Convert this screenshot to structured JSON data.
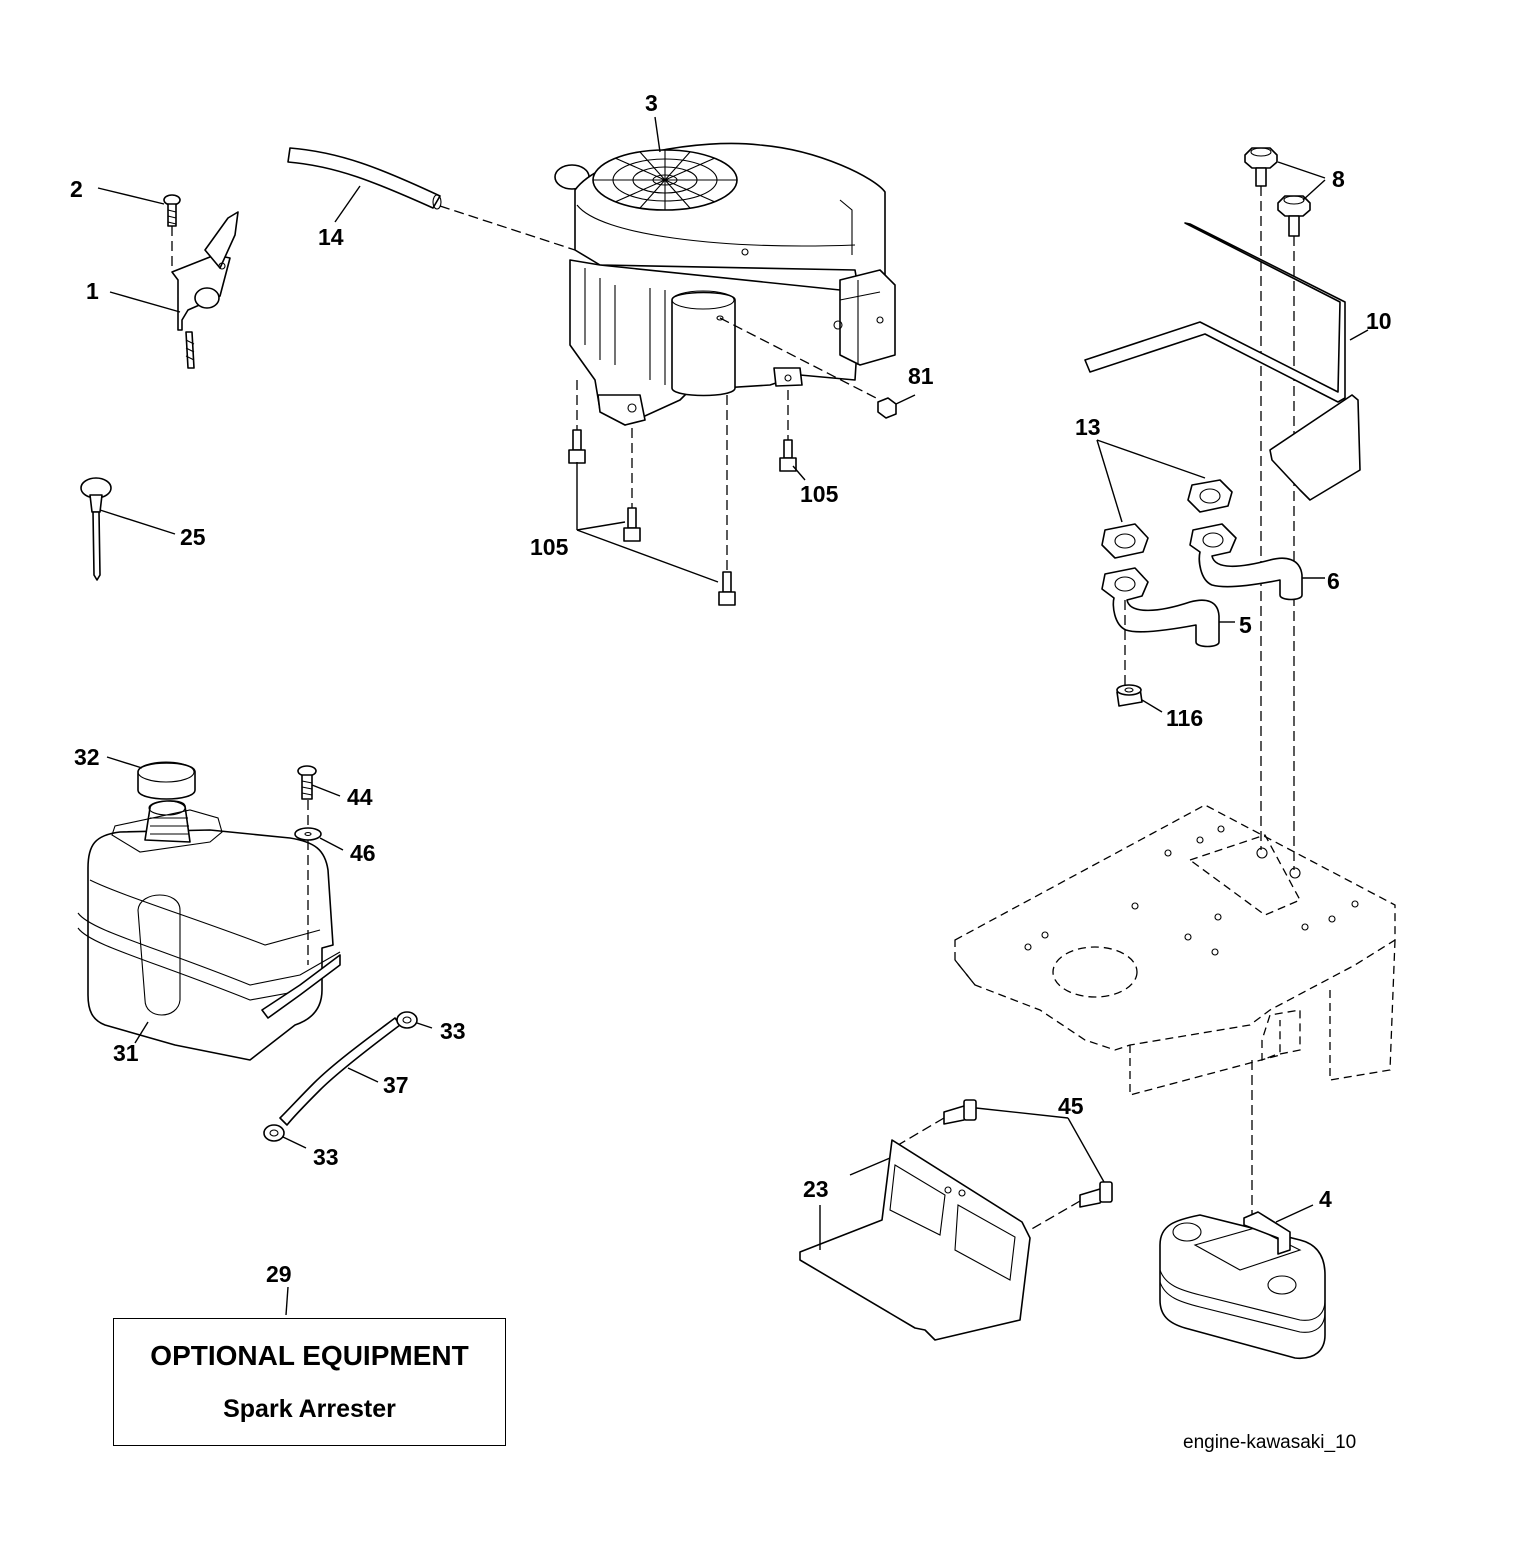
{
  "callouts": {
    "c1": "1",
    "c2": "2",
    "c3": "3",
    "c4": "4",
    "c5": "5",
    "c6": "6",
    "c8": "8",
    "c10": "10",
    "c13": "13",
    "c14": "14",
    "c23": "23",
    "c25": "25",
    "c29": "29",
    "c31": "31",
    "c32": "32",
    "c33a": "33",
    "c33b": "33",
    "c37": "37",
    "c44": "44",
    "c45": "45",
    "c46": "46",
    "c81": "81",
    "c105a": "105",
    "c105b": "105",
    "c116": "116"
  },
  "optional_box": {
    "title": "OPTIONAL EQUIPMENT",
    "subtitle": "Spark Arrester"
  },
  "caption": "engine-kawasaki_10"
}
